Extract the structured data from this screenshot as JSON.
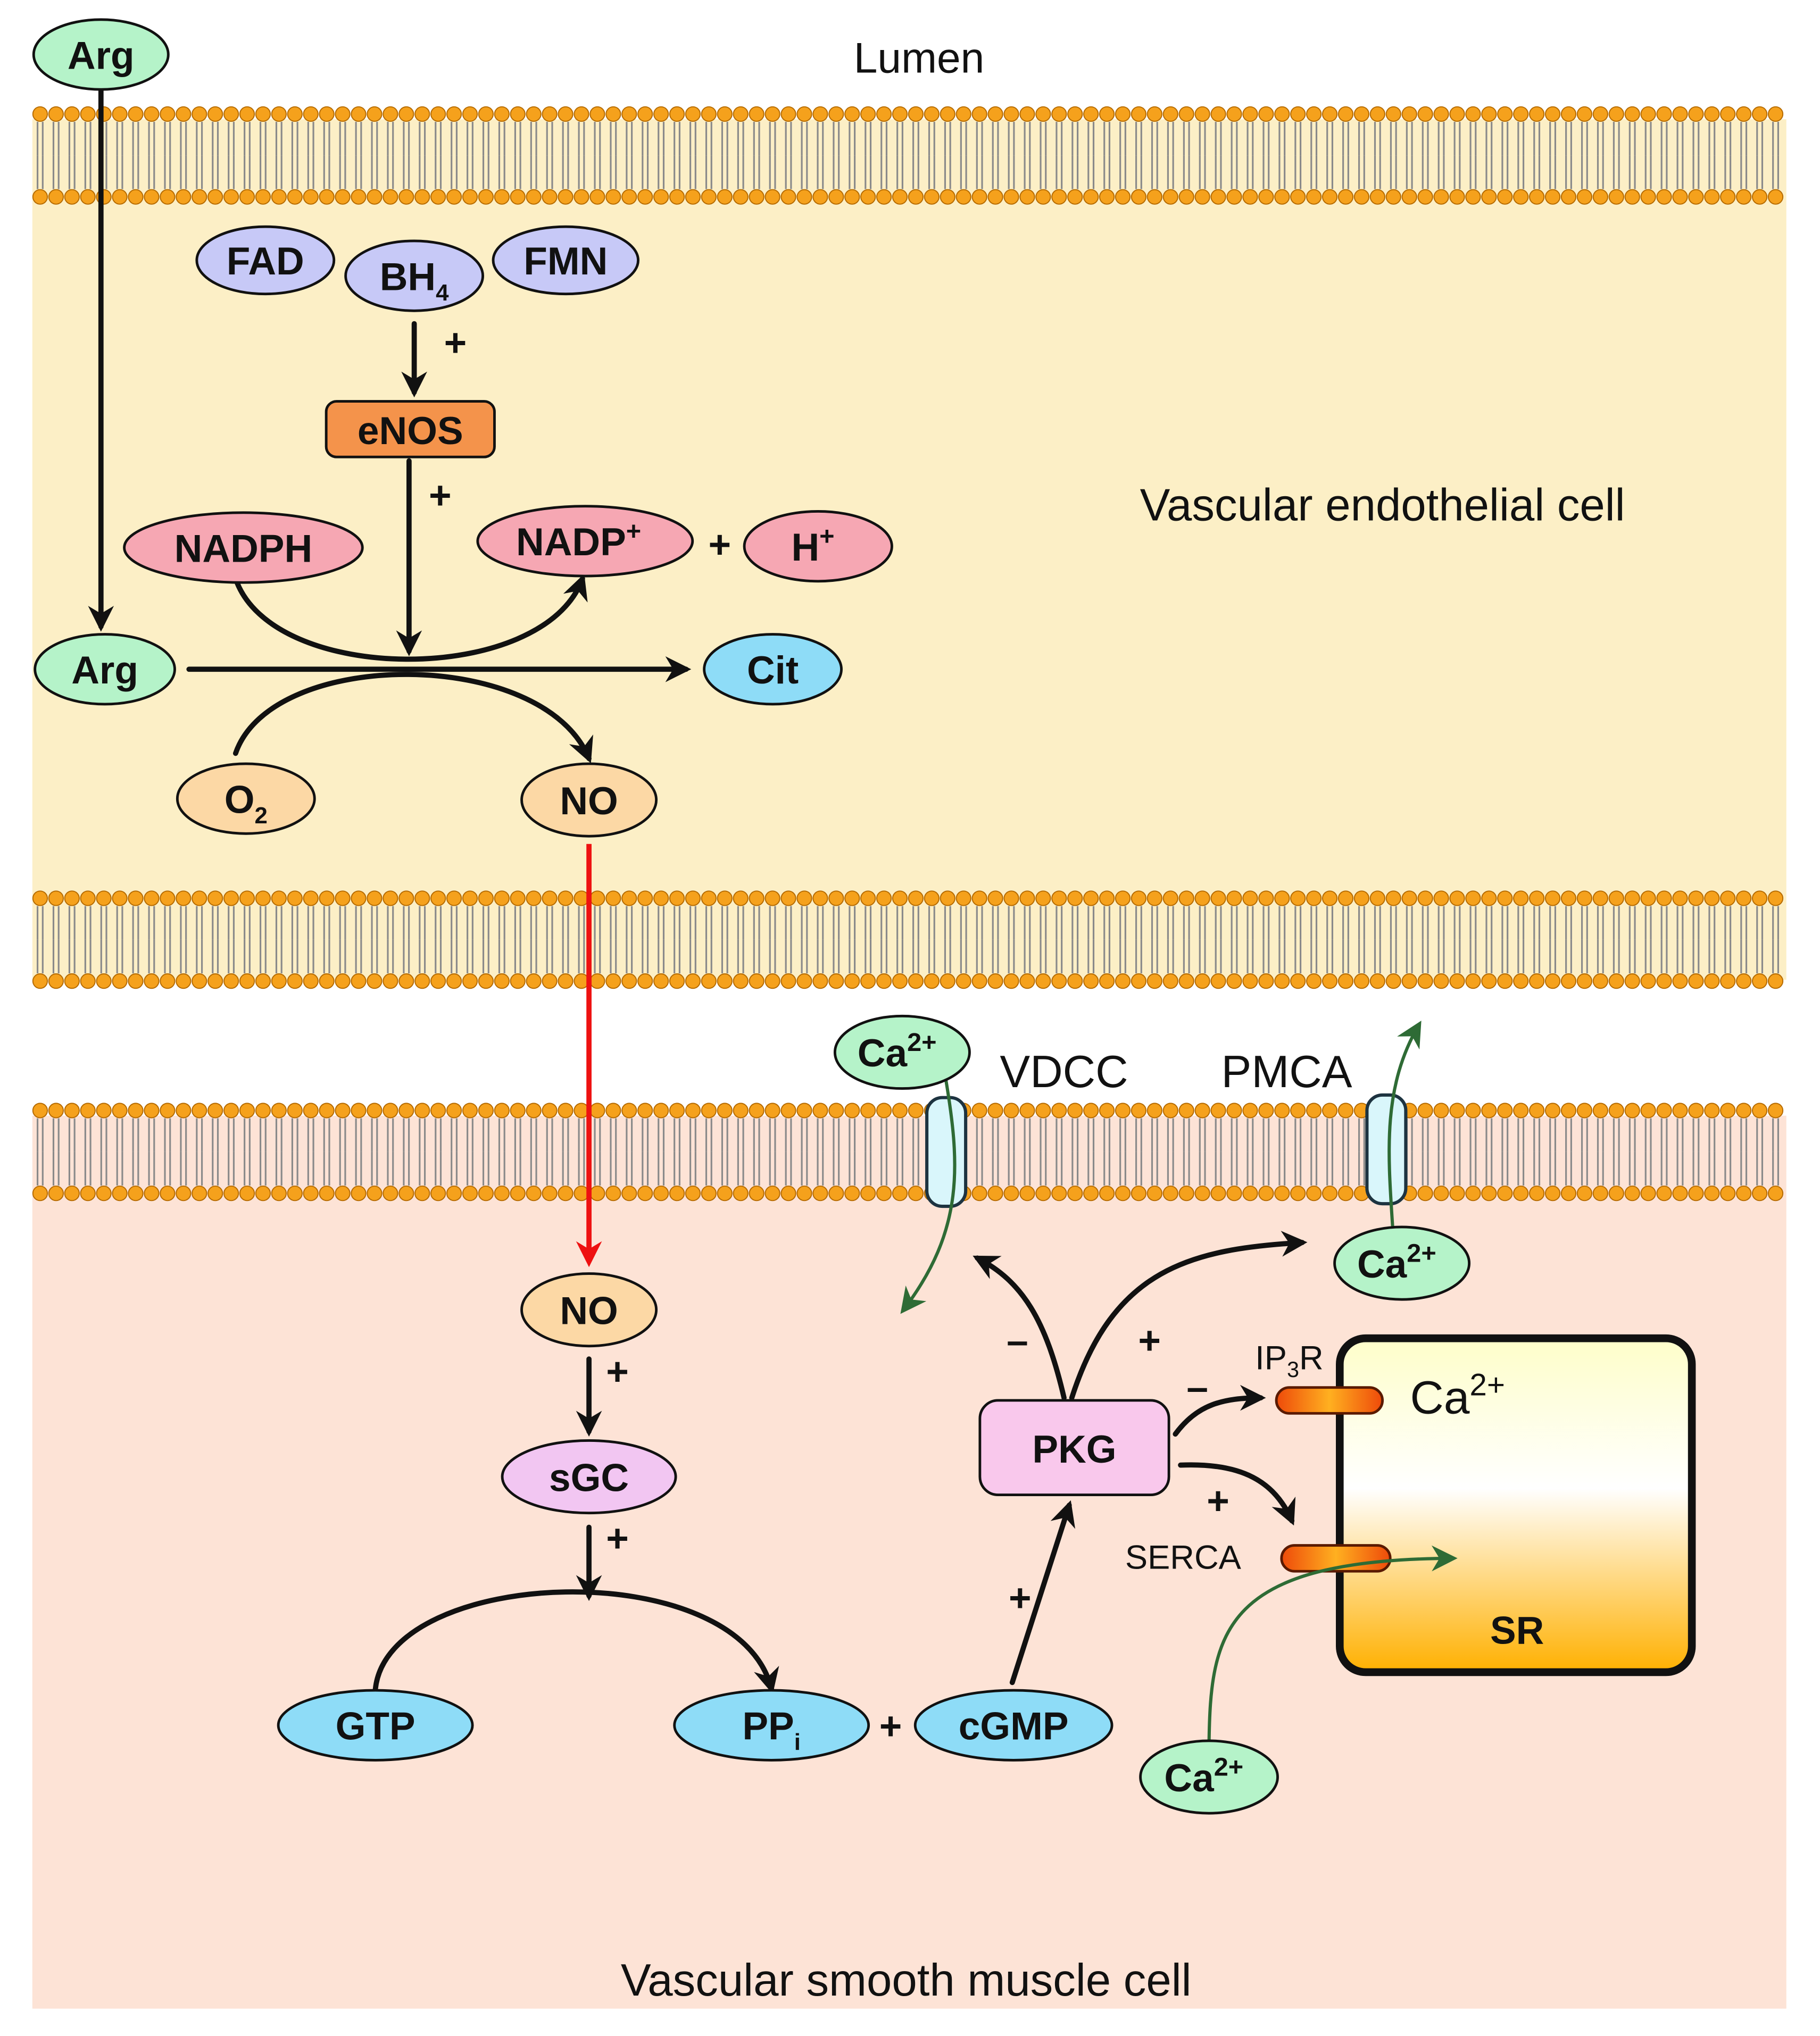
{
  "labels": {
    "lumen": "Lumen",
    "endothelial": "Vascular endothelial cell",
    "smooth_muscle": "Vascular smooth muscle cell",
    "vdcc": "VDCC",
    "pmca": "PMCA",
    "ip3r_pre": "IP",
    "ip3r_sub": "3",
    "ip3r_post": "R",
    "serca": "SERCA",
    "sr_ca": "Ca",
    "sr_ca_sup": "2+",
    "sr": "SR"
  },
  "nodes": {
    "arg_lumen": "Arg",
    "fad": "FAD",
    "bh4": "BH",
    "bh4_sub": "4",
    "fmn": "FMN",
    "enos": "eNOS",
    "nadph": "NADPH",
    "nadp": "NADP",
    "nadp_sup": "+",
    "h": "H",
    "h_sup": "+",
    "arg": "Arg",
    "cit": "Cit",
    "o2": "O",
    "o2_sub": "2",
    "no_endo": "NO",
    "no_smc": "NO",
    "sgc": "sGC",
    "gtp": "GTP",
    "ppi": "PP",
    "ppi_sub": "i",
    "cgmp": "cGMP",
    "pkg": "PKG",
    "ca_vdcc": "Ca",
    "ca_vdcc_sup": "2+",
    "ca_pmca": "Ca",
    "ca_pmca_sup": "2+",
    "ca_serca": "Ca",
    "ca_serca_sup": "2+"
  },
  "signs": {
    "bh4_enos": "+",
    "enos_reaction": "+",
    "nadp_plus_h": "+",
    "no_sgc": "+",
    "sgc_reaction": "+",
    "ppi_plus_cgmp": "+",
    "cgmp_pkg": "+",
    "pkg_vdcc": "–",
    "pkg_pmca": "+",
    "pkg_ip3r": "–",
    "pkg_serca": "+"
  },
  "colors": {
    "endothelial_bg": "#fcefc6",
    "smc_bg": "#fde3d6",
    "membrane_head": "#f5a11c",
    "arg_ca_fill": "#b5f3c9",
    "cofactor_fill": "#c7c9f7",
    "enos_fill": "#f4934b",
    "nadph_fill": "#f6a7b3",
    "blue_fill": "#8edcf7",
    "o2_no_fill": "#fcd8a5",
    "sgc_fill": "#f2c6f2",
    "pkg_fill": "#f9c8ec",
    "channel_fill": "#d9f6fb",
    "no_arrow": "#ee1111",
    "ca_arrow": "#2e6b35"
  }
}
